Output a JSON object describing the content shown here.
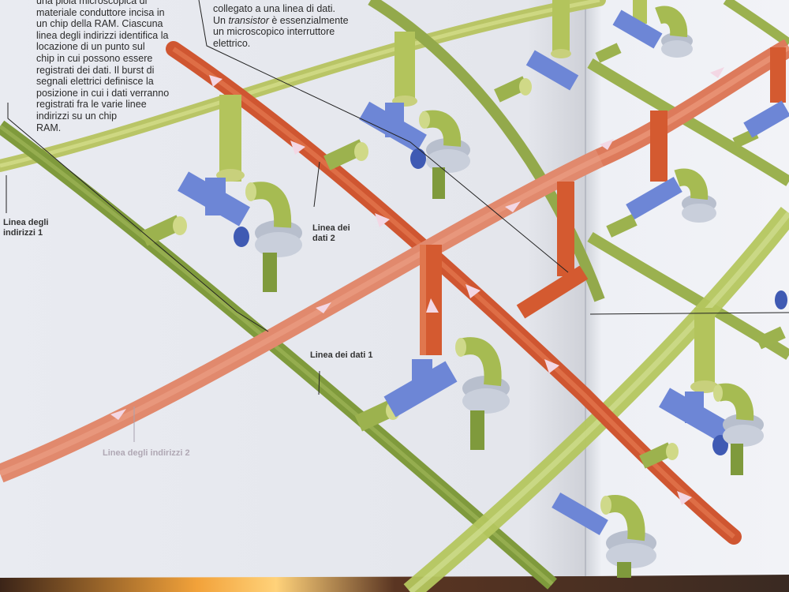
{
  "text_left": "una piola microscopica di\nmateriale conduttore incisa in\nun chip della RAM. Ciascuna\nlinea degli indirizzi identifica la\nlocazione di un punto sul\nchip in cui possono essere\nregistrati dei dati. Il burst di\nsegnali elettrici definisce la\nposizione in cui i dati verranno\nregistrati fra le varie linee\nindirizzi su un chip\nRAM.",
  "text_top_line1": "collegato a una linea di dati.",
  "text_top_line2_em": "transistor",
  "text_top_line2_pre": "Un ",
  "text_top_line2_post": " è essenzialmente",
  "text_top_line3": "un microscopico interruttore",
  "text_top_line4": "elettrico.",
  "labels": {
    "addr1": "Linea degli\nindirizzi 1",
    "data2": "Linea dei\ndati 2",
    "data1": "Linea dei dati 1",
    "addr2": "Linea degli indirizzi 2"
  },
  "colors": {
    "page": "#eceef3",
    "green_line": "#a8ba52",
    "dark_green_line": "#7f9a3c",
    "red_line": "#d45a30",
    "blue_pipe": "#6d86d6",
    "ring": "#c7cdd8"
  }
}
